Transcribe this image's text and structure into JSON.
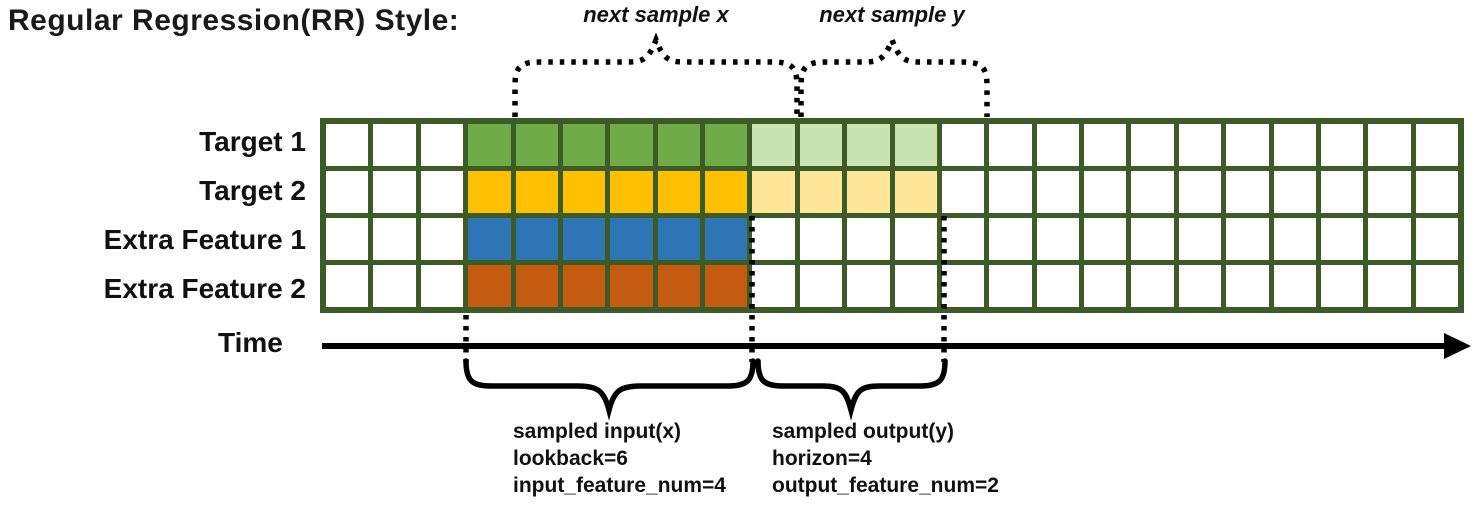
{
  "title": "Regular Regression(RR) Style:",
  "colors": {
    "grid_border": "#3d5b26",
    "target1_solid": "#6fac47",
    "target1_light": "#c9e3b5",
    "target2_solid": "#ffc000",
    "target2_light": "#ffe699",
    "extra1_solid": "#2e75b6",
    "extra2_solid": "#c55a11",
    "empty_cell": "#ffffff",
    "annotation": "#000000"
  },
  "grid": {
    "columns": 24,
    "lookback_cols": [
      3,
      9
    ],
    "horizon_cols": [
      9,
      13
    ],
    "rows": [
      {
        "label": "Target 1",
        "solid_color": "#6fac47",
        "light_color": "#c9e3b5",
        "solid_range": [
          3,
          9
        ],
        "light_range": [
          9,
          13
        ]
      },
      {
        "label": "Target 2",
        "solid_color": "#ffc000",
        "light_color": "#ffe699",
        "solid_range": [
          3,
          9
        ],
        "light_range": [
          9,
          13
        ]
      },
      {
        "label": "Extra Feature 1",
        "solid_color": "#2e75b6",
        "light_color": null,
        "solid_range": [
          3,
          9
        ],
        "light_range": null
      },
      {
        "label": "Extra Feature 2",
        "solid_color": "#c55a11",
        "light_color": null,
        "solid_range": [
          3,
          9
        ],
        "light_range": null
      }
    ]
  },
  "annotations": {
    "next_sample_x": "next sample x",
    "next_sample_y": "next sample y",
    "time_label": "Time",
    "input_lines": [
      "sampled input(x)",
      "lookback=6",
      "input_feature_num=4"
    ],
    "output_lines": [
      "sampled output(y)",
      "horizon=4",
      "output_feature_num=2"
    ]
  }
}
